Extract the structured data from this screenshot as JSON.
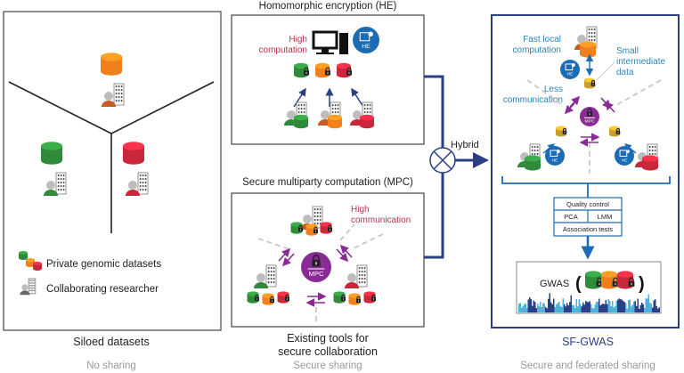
{
  "colors": {
    "green": "#2f8a3a",
    "orange": "#f07f1e",
    "red": "#c9283c",
    "gold": "#c9a126",
    "he_blue": "#1c6cb5",
    "mpc_purple": "#8a2a96",
    "navy": "#2b3f86",
    "label_blue": "#2e82b8",
    "label_red": "#b5344d",
    "grey_text": "#9a9a9a"
  },
  "siloed": {
    "legend_datasets": "Private genomic datasets",
    "legend_researcher": "Collaborating researcher",
    "title": "Siloed datasets",
    "subtitle": "No sharing"
  },
  "he": {
    "title": "Homomorphic encryption (HE)",
    "note_line1": "High",
    "note_line2": "computation",
    "badge": "HE"
  },
  "mpc": {
    "title": "Secure multiparty computation (MPC)",
    "note_line1": "High",
    "note_line2": "communication",
    "badge": "MPC"
  },
  "existing": {
    "title_line1": "Existing tools for",
    "title_line2": "secure collaboration",
    "subtitle": "Secure sharing"
  },
  "hybrid": {
    "label": "Hybrid"
  },
  "sfgwas": {
    "fast_line1": "Fast local",
    "fast_line2": "computation",
    "small_line1": "Small",
    "small_line2": "intermediate",
    "small_line3": "data",
    "less_line1": "Less",
    "less_line2": "communication",
    "he_badge": "HE",
    "mpc_badge": "MPC",
    "steps": {
      "qc": "Quality control",
      "pca": "PCA",
      "lmm": "LMM",
      "assoc": "Association tests"
    },
    "gwas": "GWAS",
    "title": "SF-GWAS",
    "subtitle": "Secure and federated sharing"
  }
}
